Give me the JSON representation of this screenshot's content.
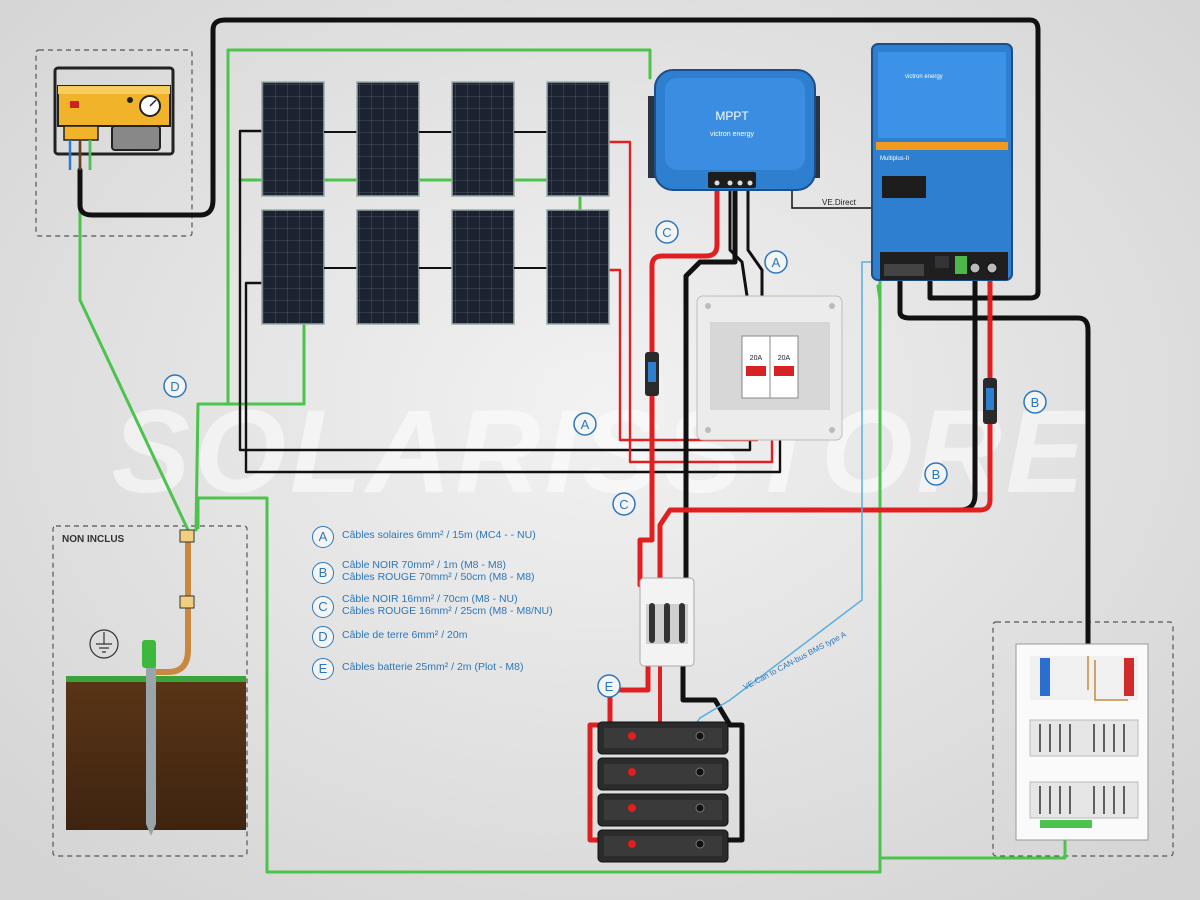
{
  "watermark": "SOLARISSTORE",
  "mppt": {
    "title": "MPPT",
    "brand": "victron energy"
  },
  "inverter": {
    "model": "Multiplus-II",
    "brand": "victron energy"
  },
  "labels": {
    "ve_direct": "VE.Direct",
    "ve_can": "VE.Can to CAN-bus BMS type A",
    "breaker_rating": "20A",
    "non_inclus": "NON INCLUS"
  },
  "markers": [
    "A",
    "B",
    "C",
    "D",
    "E"
  ],
  "legend": [
    {
      "letter": "A",
      "lines": [
        "Câbles solaires 6mm² / 15m (MC4 - - NU)"
      ]
    },
    {
      "letter": "B",
      "lines": [
        "Câble NOIR 70mm² / 1m (M8 - M8)",
        "Câbles ROUGE 70mm² / 50cm (M8 - M8)"
      ]
    },
    {
      "letter": "C",
      "lines": [
        "Câble NOIR 16mm² / 70cm (M8 - NU)",
        "Câbles ROUGE 16mm² / 25cm (M8 - M8/NU)"
      ]
    },
    {
      "letter": "D",
      "lines": [
        "Câble de terre 6mm² / 20m"
      ]
    },
    {
      "letter": "E",
      "lines": [
        "Câbles batterie 25mm² / 2m (Plot - M8)"
      ]
    }
  ],
  "colors": {
    "background": "#e3e3e3",
    "victron_blue": "#2f7fd0",
    "wire_red": "#e02020",
    "wire_black": "#111111",
    "wire_green": "#4cc34c",
    "wire_blue": "#5aaee0",
    "label_blue": "#2b77bb"
  }
}
